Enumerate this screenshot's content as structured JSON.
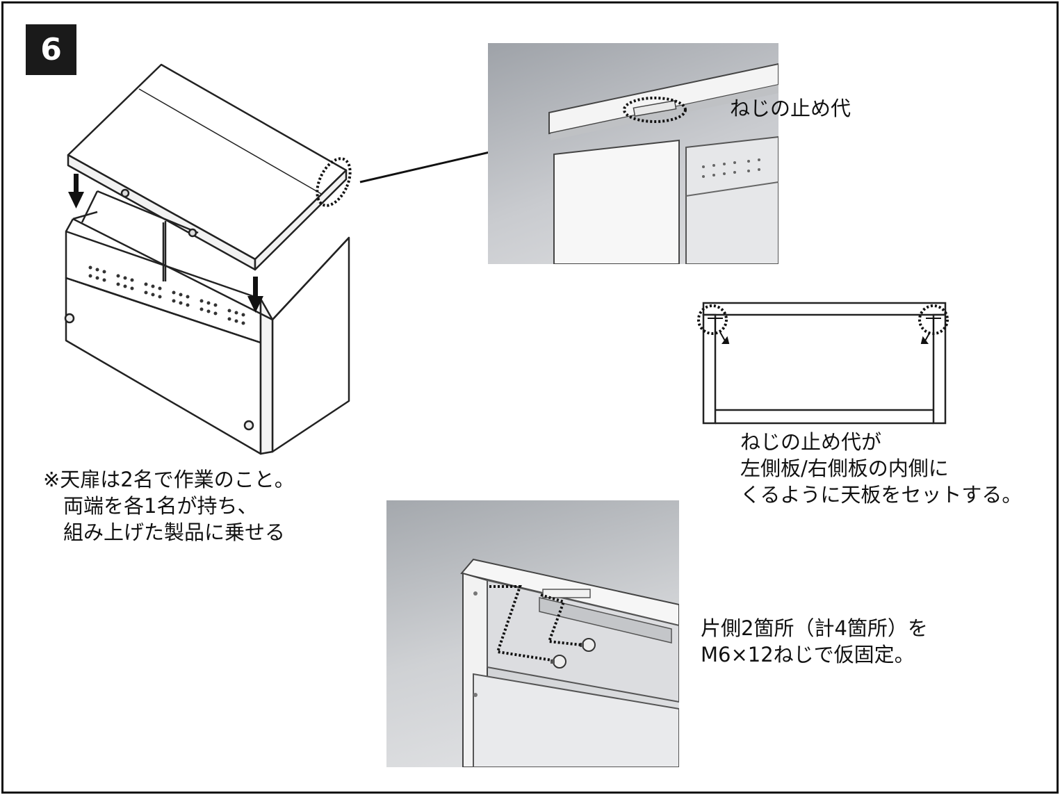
{
  "step_number": "6",
  "note_lines": [
    "※天扉は2名で作業のこと。",
    "　両端を各1名が持ち、",
    "　組み上げた製品に乗せる"
  ],
  "callout_screw_margin": "ねじの止め代",
  "diagram_caption_lines": [
    "ねじの止め代が",
    "左側板/右側板の内側に",
    "くるように天板をセットする。"
  ],
  "screw_caption_lines": [
    "片側2箇所（計4箇所）を",
    "M6×12ねじで仮固定。"
  ],
  "icons": [
    "down-arrow-icon",
    "pointer-arrow-icon",
    "dotted-circle-highlight",
    "screw-icon"
  ]
}
